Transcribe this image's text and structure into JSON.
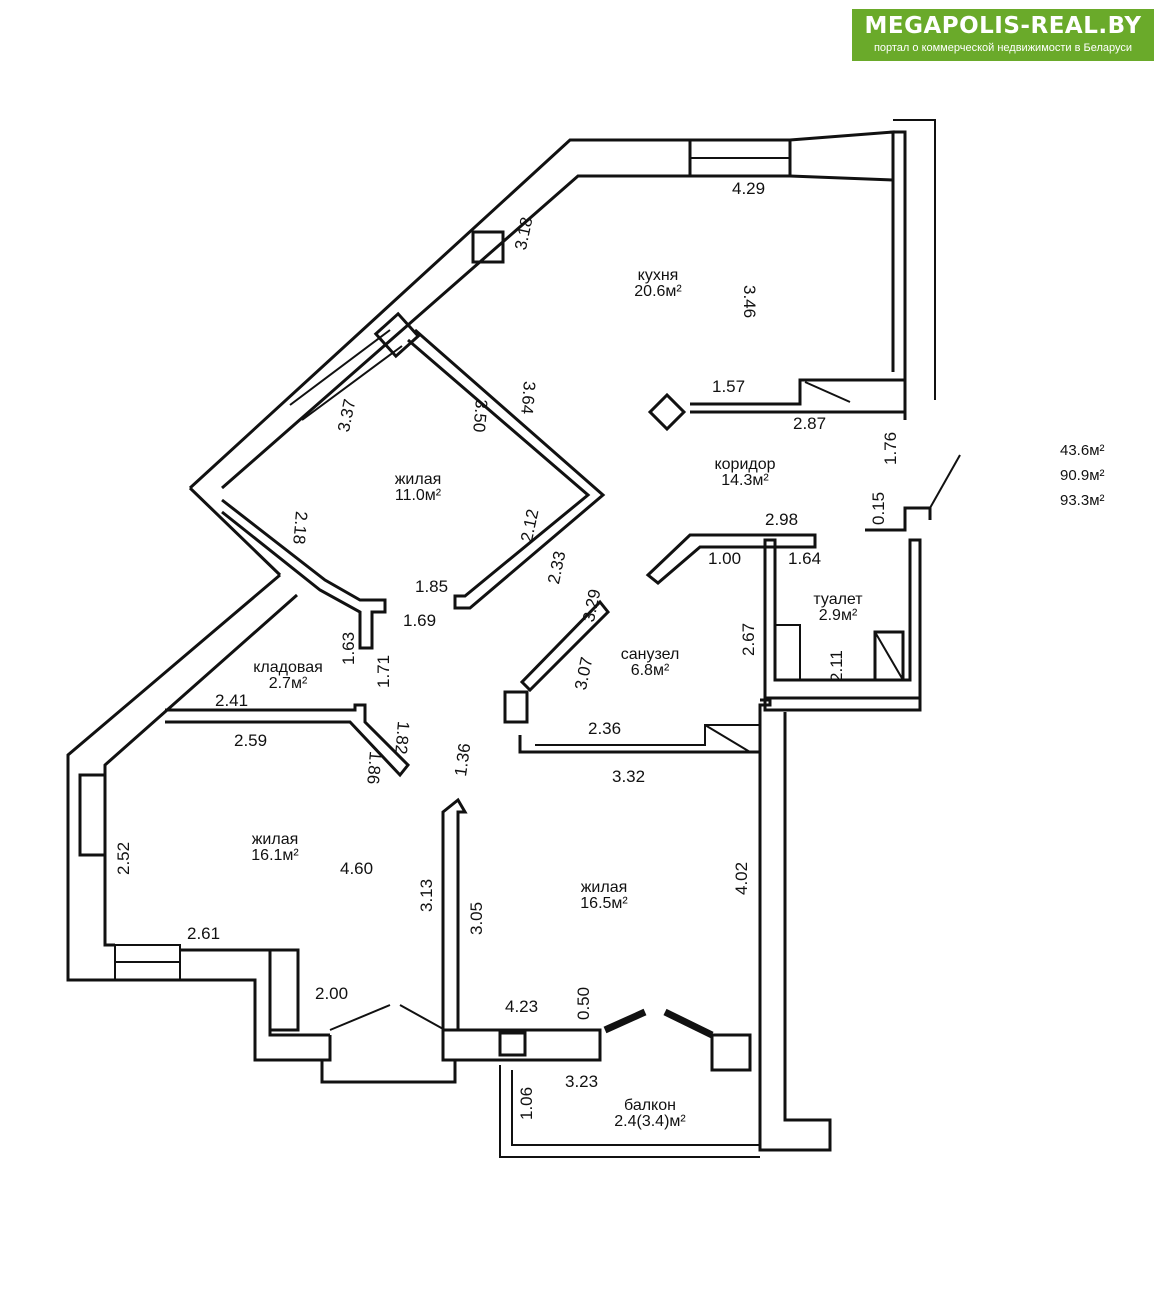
{
  "brand": {
    "name": "MEGAPOLIS-REAL.BY",
    "tagline": "портал о коммерческой недвижимости в Беларуси",
    "color": "#6aaa2a"
  },
  "rooms": {
    "kitchen": {
      "name": "кухня",
      "area": "20.6м²"
    },
    "bedroom_top": {
      "name": "жилая",
      "area": "11.0м²"
    },
    "corridor": {
      "name": "коридор",
      "area": "14.3м²"
    },
    "toilet": {
      "name": "туалет",
      "area": "2.9м²"
    },
    "bathroom": {
      "name": "санузел",
      "area": "6.8м²"
    },
    "storage": {
      "name": "кладовая",
      "area": "2.7м²"
    },
    "living_left": {
      "name": "жилая",
      "area": "16.1м²"
    },
    "living_right": {
      "name": "жилая",
      "area": "16.5м²"
    },
    "balcony": {
      "name": "балкон",
      "area": "2.4(3.4)м²"
    }
  },
  "totals": [
    "43.6м²",
    "90.9м²",
    "93.3м²"
  ],
  "dims": {
    "kitchen_top": "4.29",
    "kitchen_diag": "3.18",
    "kitchen_side": "3.46",
    "kitchen_low": "1.57",
    "corridor_right": "2.87",
    "corridor_edge": "1.76",
    "bed_top": "3.37",
    "bed_inner": "3.50",
    "bed_outer": "3.64",
    "bed_left": "2.18",
    "bed_right": "2.12",
    "bed_corner": "2.33",
    "bed_bottom": "1.85",
    "hall_a": "1.69",
    "hall_b": "1.00",
    "toilet_top": "2.98",
    "toilet_left": "1.64",
    "toilet_small": "0.15",
    "bath_diag": "3.29",
    "bath_inner": "3.07",
    "bath_side": "2.67",
    "toilet_side": "2.11",
    "storage_a": "1.63",
    "storage_b": "1.71",
    "storage_top": "2.41",
    "living_top": "2.59",
    "living_diag_a": "1.82",
    "living_diag_b": "1.86",
    "hall_c": "1.36",
    "bath_bottom": "2.36",
    "living_r_top": "3.32",
    "living_l_side": "2.52",
    "living_l_width": "4.60",
    "living_l_door": "3.13",
    "living_r_side": "3.05",
    "living_r_right": "4.02",
    "living_l_bottom": "2.61",
    "bay": "2.00",
    "living_r_bottom": "4.23",
    "wall_small": "0.50",
    "balcony_width": "3.23",
    "balcony_depth": "1.06"
  }
}
